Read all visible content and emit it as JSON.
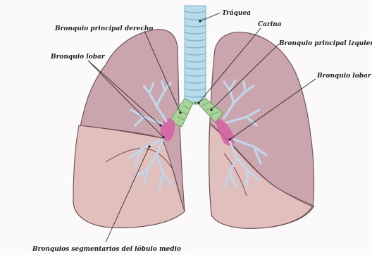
{
  "diagram": {
    "labels": {
      "trachea": "Tráquea",
      "carina": "Carina",
      "right_main_bronchus": "Bronquio principal derecho",
      "left_main_bronchus": "Bronquio principal izquierdo",
      "right_lobar_bronchus": "Bronquio lobar",
      "left_lobar_bronchus": "Bronquio lobar",
      "segmental_bronchi_middle_lobe": "Bronquios segmentarios del lóbulo medio"
    },
    "colors": {
      "lung_upper": "#c9a1ab",
      "lung_lower": "#e3c1bd",
      "lung_outline": "#6b4e53",
      "trachea": "#b8dbe9",
      "trachea_rings": "#7fb3c8",
      "carina_region": "#a8d39a",
      "bronchi": "#c2d6ea",
      "bronchi_root": "#d65fa4",
      "leader_line": "#1f1b1b"
    }
  }
}
